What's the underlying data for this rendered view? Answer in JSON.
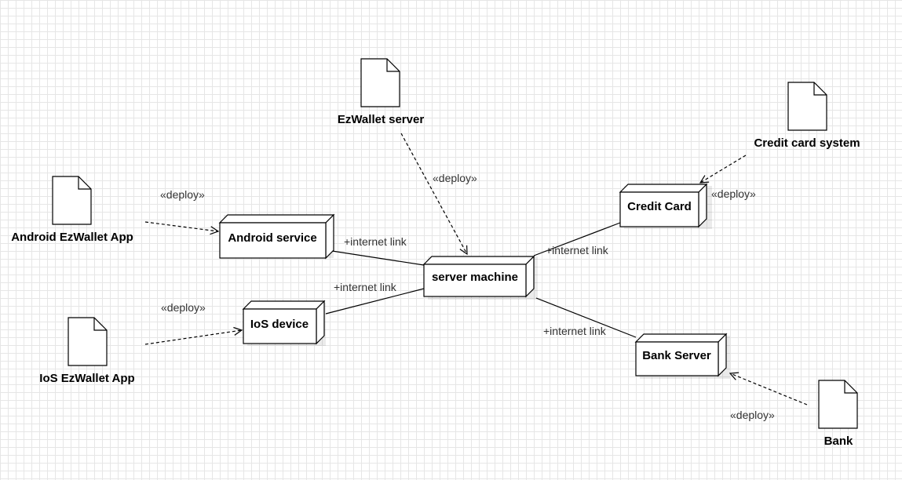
{
  "nodes": {
    "android_service": "Android service",
    "server_machine": "server machine",
    "ios_device": "IoS device",
    "credit_card": "Credit Card",
    "bank_server": "Bank Server"
  },
  "artifacts": {
    "ezwallet_server": "EzWallet server",
    "credit_card_system": "Credit card system",
    "android_app": "Android EzWallet App",
    "ios_app": "IoS EzWallet App",
    "bank": "Bank"
  },
  "labels": {
    "deploy": "«deploy»",
    "internet_link": "+internet link"
  }
}
